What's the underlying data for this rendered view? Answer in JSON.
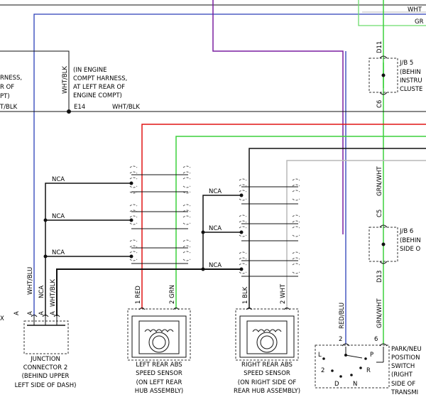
{
  "colors": {
    "blue": "#2a3fb8",
    "purple": "#7a1fa0",
    "red": "#e01414",
    "green": "#3bd13b",
    "black": "#111111",
    "gray": "#b8b8b8",
    "lightgreen": "#6cdc6c"
  },
  "top_right": {
    "wht": "WHT",
    "grn": "GR"
  },
  "left_harness": {
    "line1": "RNESS,",
    "line2": "R OF",
    "line3": "PT)",
    "wire": "T/BLK"
  },
  "engine_compt": {
    "note1": "(IN ENGINE",
    "note2": "COMPT HARNESS,",
    "note3": "AT LEFT REAR OF",
    "note4": "ENGINE COMPT)",
    "vertical_wire": "WHT/BLK",
    "connector": "E14",
    "wire": "WHT/BLK"
  },
  "jb5": {
    "pin_top": "D11",
    "pin_bottom": "C6",
    "title": "J/B 5",
    "line1": "(BEHIN",
    "line2": "INSTRU",
    "line3": "CLUSTE"
  },
  "jb6": {
    "pin_top": "C5",
    "pin_bottom": "D13",
    "title": "J/B 6",
    "line1": "(BEHIN",
    "line2": "SIDE O"
  },
  "nca_labels": [
    "NCA",
    "NCA",
    "NCA",
    "NCA",
    "NCA",
    "NCA"
  ],
  "wire_labels": {
    "wht_blu": "WHT/BLU",
    "nca_a": "NCA",
    "wht_blk": "WHT/BLK",
    "red": "1 RED",
    "grn": "2 GRN",
    "blk": "1 BLK",
    "wht": "2 WHT",
    "red_blu": "RED/BLU",
    "grn_wht_top": "GRN/WHT",
    "grn_wht_bottom": "GRN/WHT",
    "left_x": "X"
  },
  "junction_pins": [
    "A",
    "A",
    "A",
    "A"
  ],
  "junction": {
    "line1": "JUNCTION",
    "line2": "CONNECTOR 2",
    "line3": "(BEHIND UPPER",
    "line4": "LEFT SIDE OF DASH)"
  },
  "left_sensor": {
    "line1": "LEFT REAR ABS",
    "line2": "SPEED SENSOR",
    "line3": "(ON LEFT REAR",
    "line4": "HUB ASSEMBLY)"
  },
  "right_sensor": {
    "line1": "RIGHT REAR ABS",
    "line2": "SPEED SENSOR",
    "line3": "(ON RIGHT SIDE OF",
    "line4": "REAR HUB ASSEMBLY)"
  },
  "park_switch": {
    "pin2": "2",
    "pin6": "6",
    "pos_l": "L",
    "pos_p": "P",
    "pos_2": "2",
    "pos_r": "R",
    "pos_d": "D",
    "pos_n": "N",
    "line1": "PARK/NEU",
    "line2": "POSITION",
    "line3": "SWITCH",
    "line4": "(RIGHT",
    "line5": "SIDE OF",
    "line6": "TRANSMI"
  }
}
